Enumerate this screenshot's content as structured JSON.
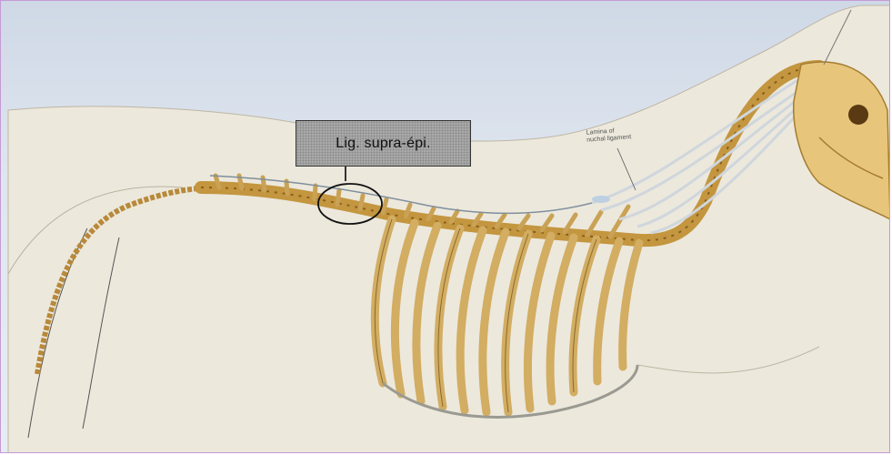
{
  "figure": {
    "label_box_text": "Lig. supra-épi.",
    "annotation_line1": "Lamina of",
    "annotation_line2": "nuchal ligament"
  }
}
